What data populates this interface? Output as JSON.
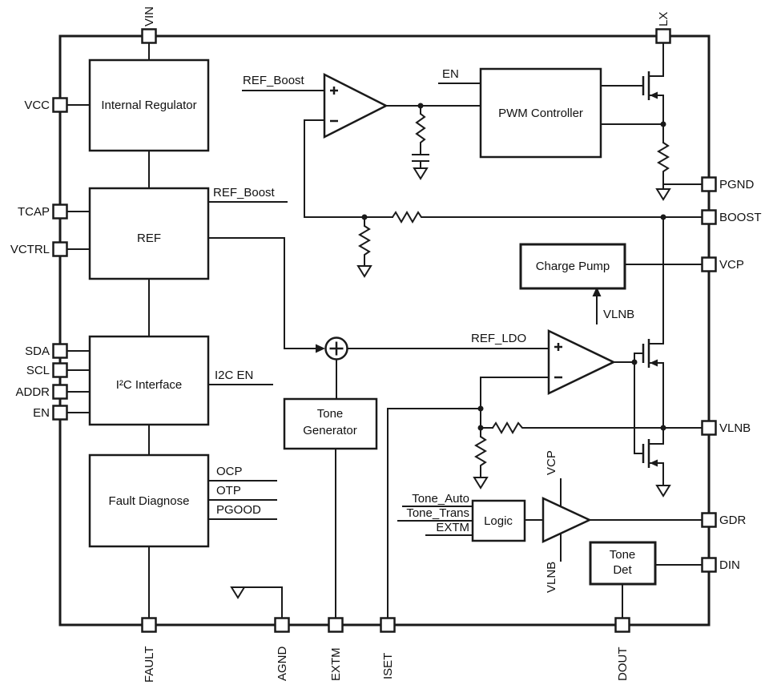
{
  "figure": {
    "pins": {
      "top": [
        "VIN",
        "LX"
      ],
      "left": [
        "VCC",
        "TCAP",
        "VCTRL",
        "SDA",
        "SCL",
        "ADDR",
        "EN"
      ],
      "right": [
        "PGND",
        "BOOST",
        "VCP",
        "VLNB",
        "GDR",
        "DIN"
      ],
      "bottom": [
        "FAULT",
        "AGND",
        "EXTM",
        "ISET",
        "DOUT"
      ]
    },
    "blocks": {
      "internal_regulator": "Internal Regulator",
      "ref": "REF",
      "i2c_interface": "I²C Interface",
      "fault_diagnose": "Fault Diagnose",
      "pwm_controller": "PWM Controller",
      "charge_pump": "Charge Pump",
      "tone_generator": [
        "Tone",
        "Generator"
      ],
      "logic": "Logic",
      "tone_det": [
        "Tone",
        "Det"
      ]
    },
    "nets": {
      "ref_boost_comp": "REF_Boost",
      "ref_boost_out": "REF_Boost",
      "en": "EN",
      "i2c_en": "I2C EN",
      "ocp": "OCP",
      "otp": "OTP",
      "pgood": "PGOOD",
      "ref_ldo": "REF_LDO",
      "vlnb_charge_pump": "VLNB",
      "tone_auto": "Tone_Auto",
      "tone_trans": "Tone_Trans",
      "extm": "EXTM",
      "vcp_driver": "VCP",
      "vlnb_driver": "VLNB"
    },
    "colors": {
      "line": "#1a1a1a",
      "background": "#ffffff"
    }
  }
}
